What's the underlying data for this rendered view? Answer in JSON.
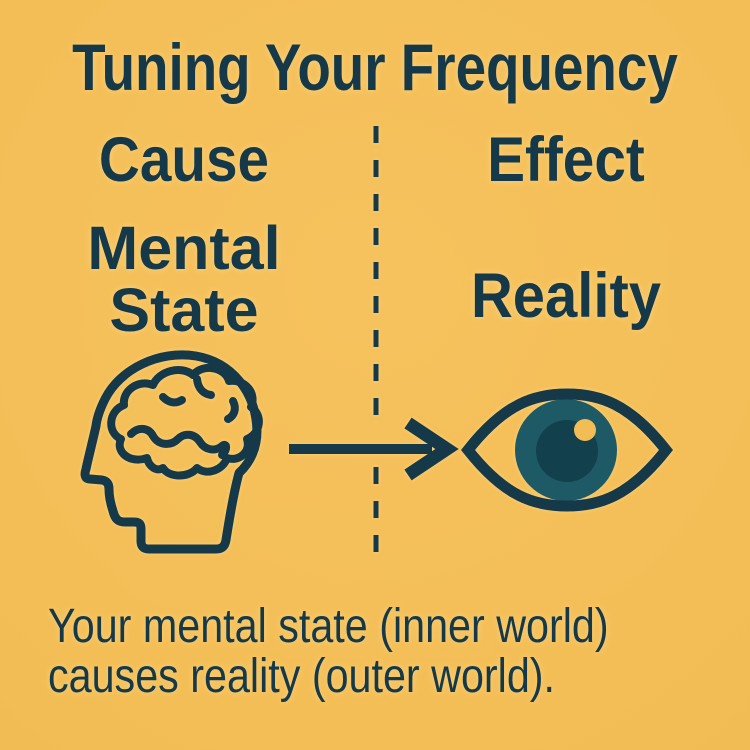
{
  "title": "Tuning Your Frequency",
  "columns": {
    "left": {
      "header": "Cause",
      "label_lines": [
        "Mental",
        "State"
      ],
      "icon": "head-with-brain-icon"
    },
    "right": {
      "header": "Effect",
      "label": "Reality",
      "icon": "eye-icon"
    }
  },
  "divider": {
    "style": "vertical-dashed-line"
  },
  "arrow": {
    "direction": "left-to-right"
  },
  "caption": {
    "lines": [
      "Your mental state (inner world)",
      "causes reality (outer world)."
    ]
  },
  "colors": {
    "background": "#F3BD55",
    "ink": "#16394A",
    "eye_iris": "#1E5A66",
    "eye_pupil": "#12404C",
    "eye_highlight": "#F3BD55"
  }
}
